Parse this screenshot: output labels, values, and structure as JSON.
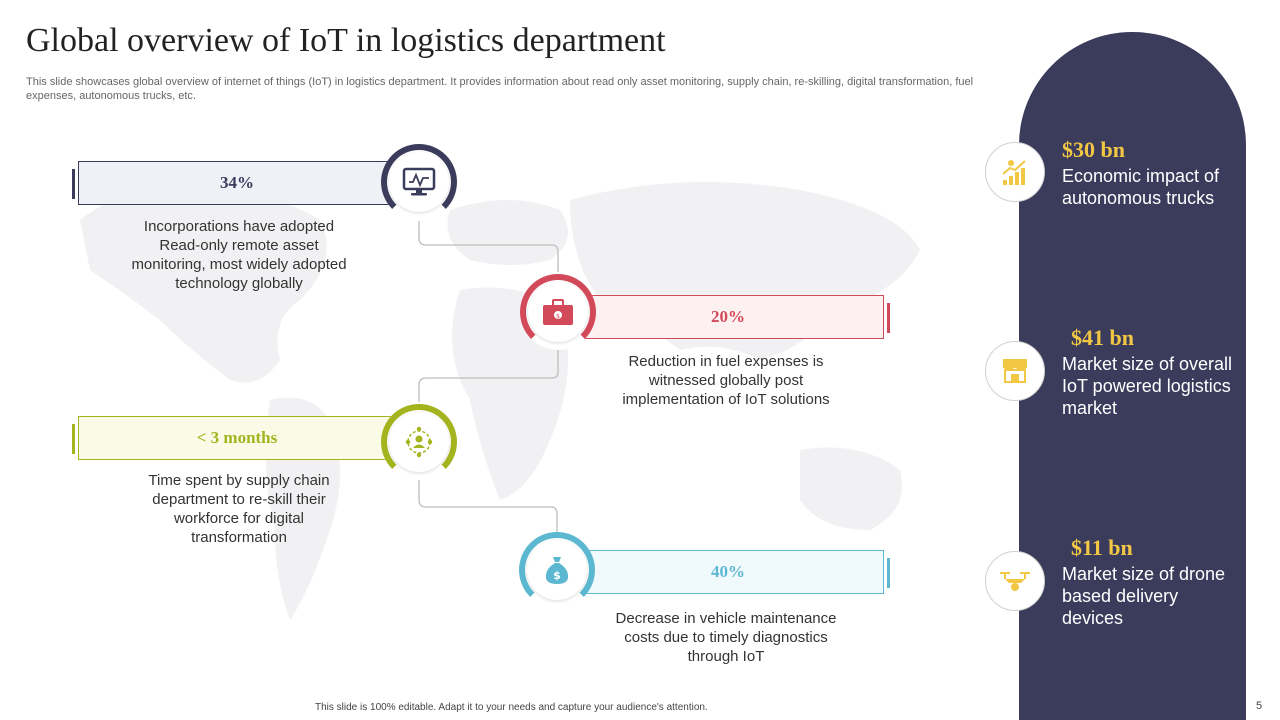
{
  "title": "Global overview of IoT in logistics department",
  "subtitle": "This slide showcases global overview of internet of things (IoT) in logistics department. It provides information about read only asset monitoring, supply chain, re-skilling, digital transformation, fuel expenses, autonomous trucks, etc.",
  "items": [
    {
      "value": "34%",
      "description": "Incorporations have adopted Read-only remote asset monitoring, most widely adopted technology globally",
      "icon": "monitor-icon",
      "color": "#3b3b5c"
    },
    {
      "value": "20%",
      "description": "Reduction in fuel expenses is witnessed globally post implementation of IoT solutions",
      "icon": "toolbox-icon",
      "color": "#d2495a"
    },
    {
      "value": "< 3 months",
      "description": "Time spent by supply chain department to re-skill their workforce for digital transformation",
      "icon": "workforce-icon",
      "color": "#a3b41e"
    },
    {
      "value": "40%",
      "description": "Decrease in vehicle maintenance costs due to timely diagnostics through IoT",
      "icon": "money-bag-icon",
      "color": "#5bb8d0"
    }
  ],
  "stats": [
    {
      "value": "$30 bn",
      "label": "Economic impact of autonomous trucks",
      "icon": "bar-chart-icon"
    },
    {
      "value": "$41 bn",
      "label": "Market size of overall IoT powered logistics market",
      "icon": "storefront-icon"
    },
    {
      "value": "$11 bn",
      "label": "Market size of drone based delivery devices",
      "icon": "drone-icon"
    }
  ],
  "footer": "This slide is 100% editable. Adapt it to your needs and capture your audience's attention.",
  "page_number": "5",
  "colors": {
    "panel": "#3b3b5c",
    "accent": "#f2c744"
  }
}
